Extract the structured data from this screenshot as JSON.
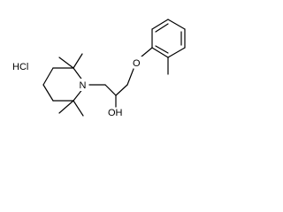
{
  "molecule": {
    "salt_label": "HCl",
    "atoms": {
      "oxygen_ether": "O",
      "nitrogen": "N",
      "hydroxyl": "OH"
    },
    "colors": {
      "bond": "#000000",
      "label": "#000000",
      "background": "#ffffff"
    }
  }
}
